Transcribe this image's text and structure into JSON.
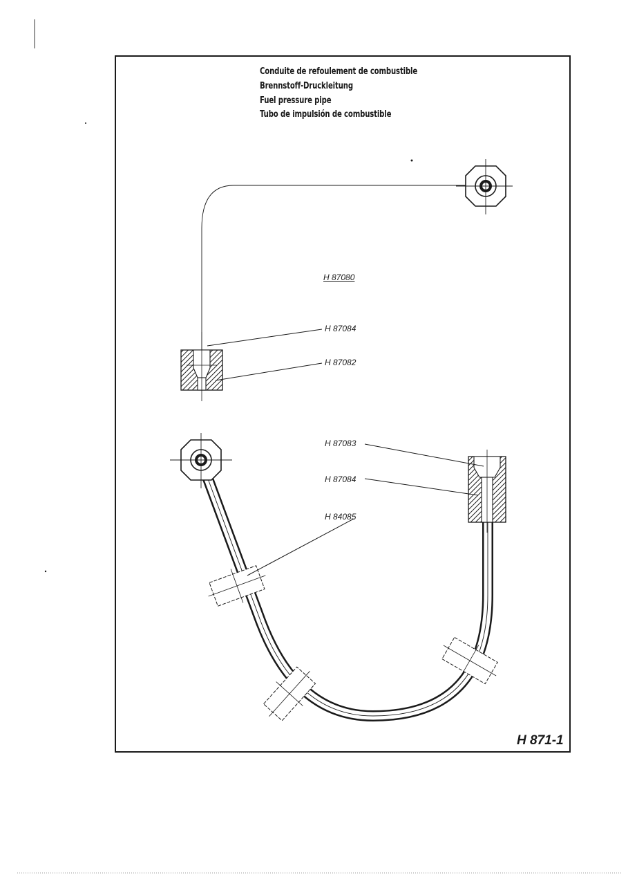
{
  "title": {
    "fr": "Conduite de refoulement de combustible",
    "de": "Brennstoff-Druckleitung",
    "en": "Fuel pressure pipe",
    "es": "Tubo de impulsión de combustible"
  },
  "upper_assembly": {
    "assembly_ref": "H 87080",
    "label_1": "H 87084",
    "label_2": "H 87082"
  },
  "lower_assembly": {
    "label_1": "H 87083",
    "label_2": "H 87084",
    "label_3": "H 84085"
  },
  "sheet_number": "H 871-1"
}
